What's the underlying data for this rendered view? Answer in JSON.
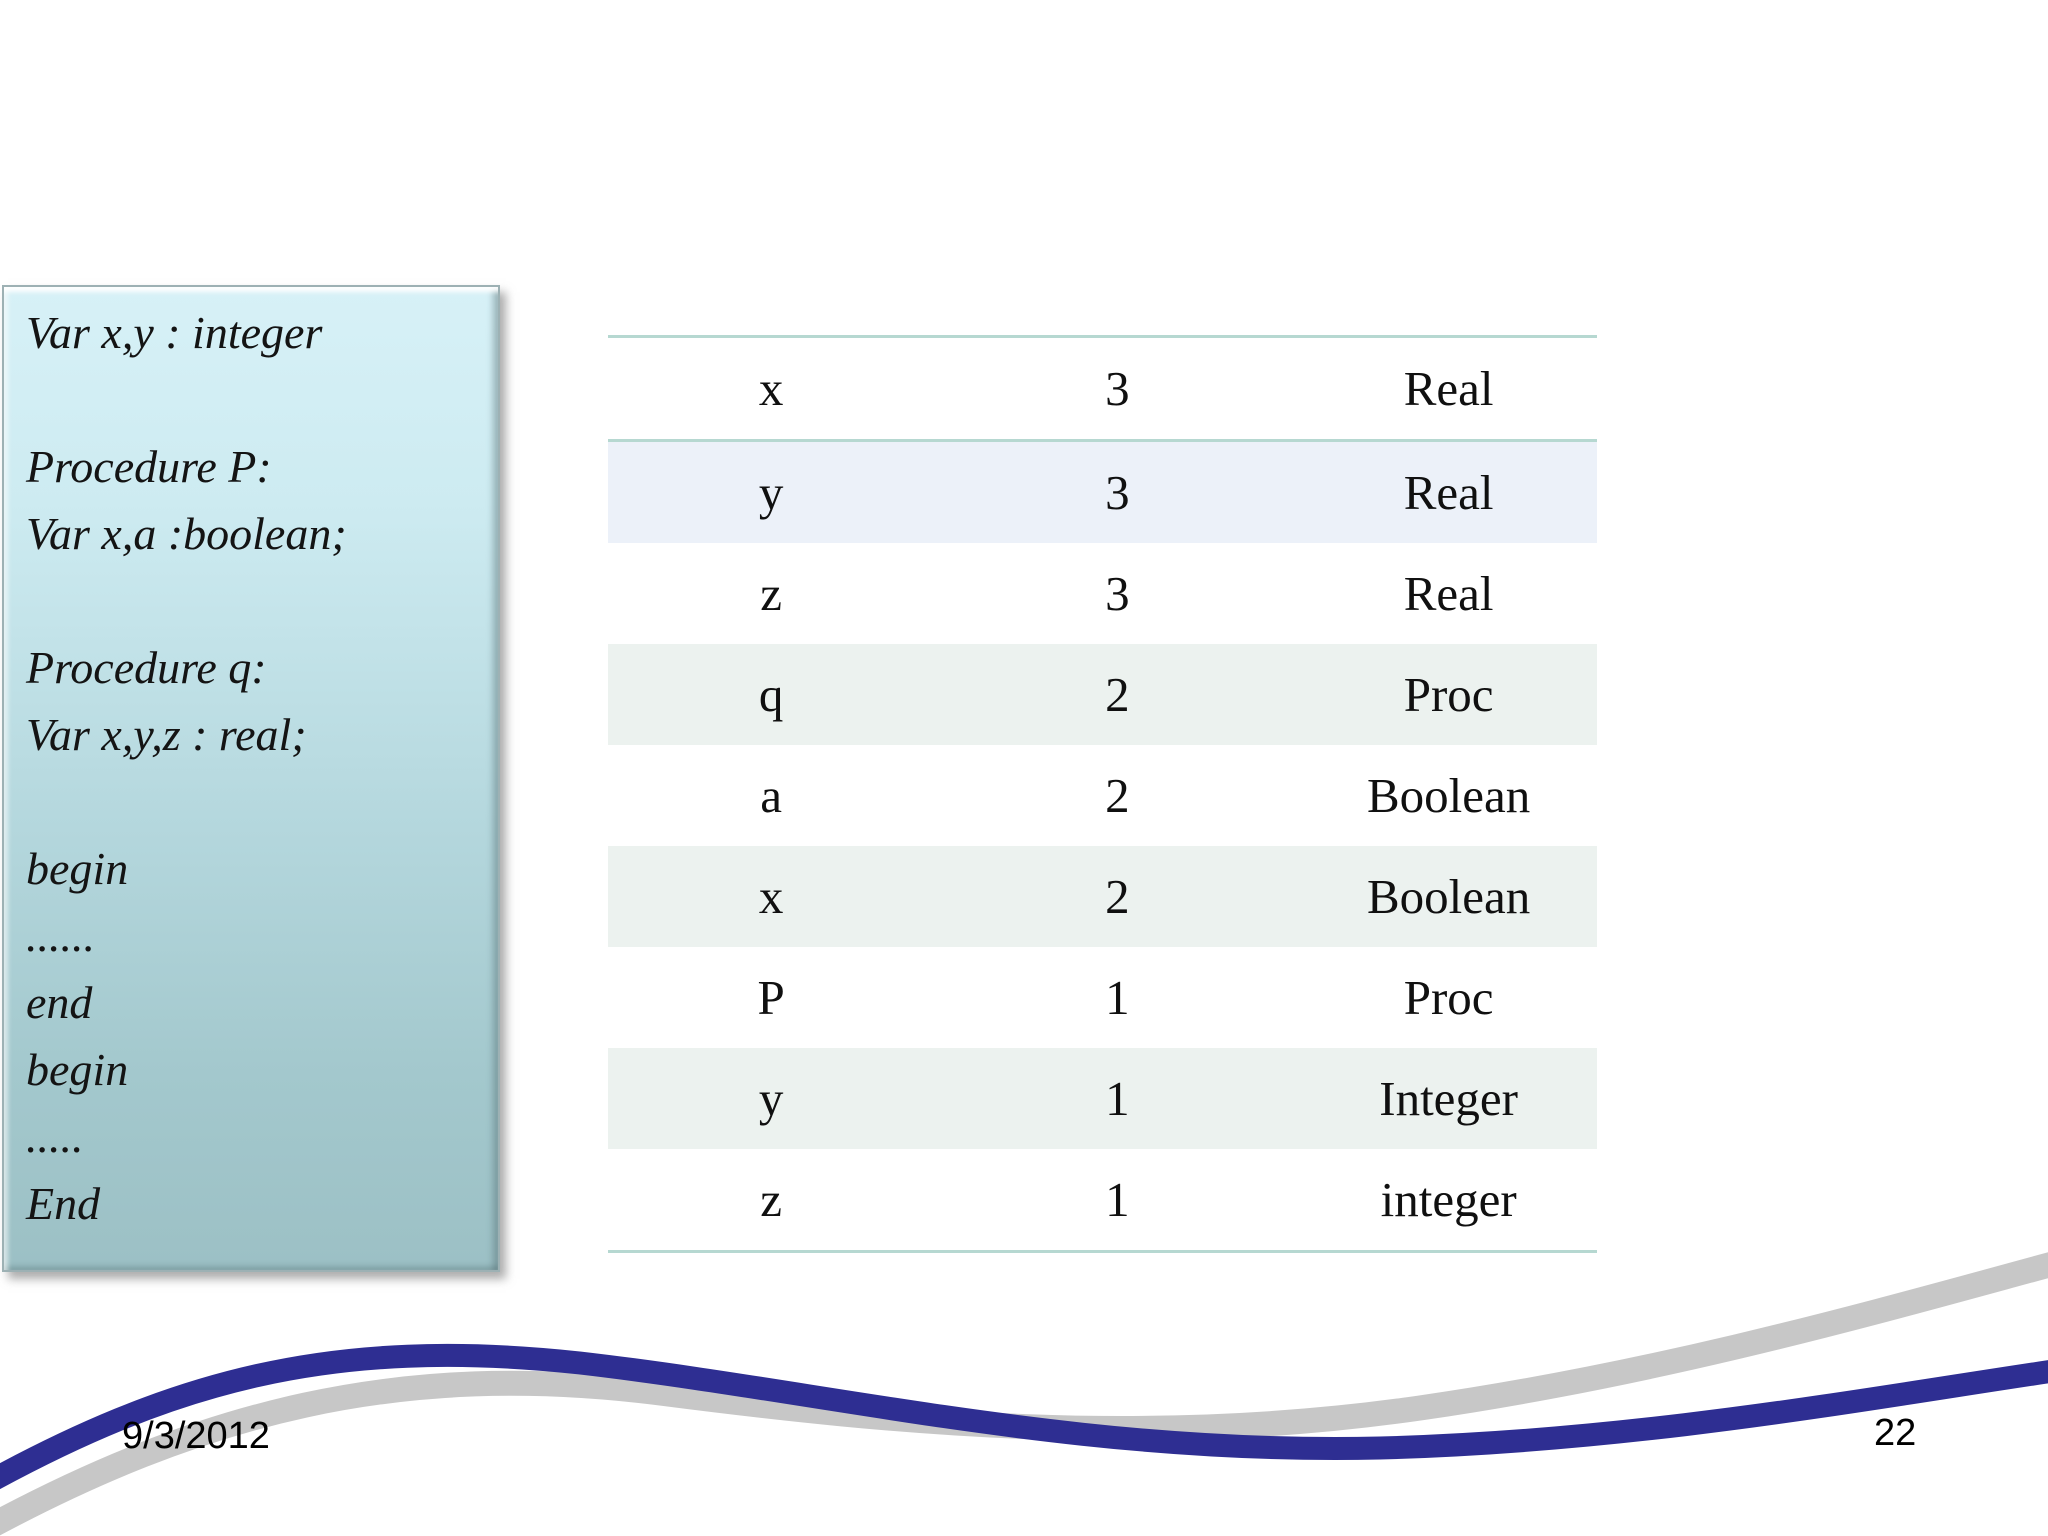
{
  "slide": {
    "code_box": {
      "lines": [
        "Var x,y : integer",
        "",
        "Procedure P:",
        "Var x,a :boolean;",
        "",
        "Procedure q:",
        "Var x,y,z : real;",
        "",
        "begin",
        "......",
        "end",
        "begin",
        ".....",
        "End"
      ]
    },
    "symbol_table": {
      "rows": [
        {
          "symbol": "x",
          "level": "3",
          "type": "Real"
        },
        {
          "symbol": "y",
          "level": "3",
          "type": "Real"
        },
        {
          "symbol": "z",
          "level": "3",
          "type": "Real"
        },
        {
          "symbol": "q",
          "level": "2",
          "type": "Proc"
        },
        {
          "symbol": "a",
          "level": "2",
          "type": "Boolean"
        },
        {
          "symbol": "x",
          "level": "2",
          "type": "Boolean"
        },
        {
          "symbol": "P",
          "level": "1",
          "type": "Proc"
        },
        {
          "symbol": "y",
          "level": "1",
          "type": "Integer"
        },
        {
          "symbol": "z",
          "level": "1",
          "type": "integer"
        }
      ]
    },
    "footer": {
      "date": "9/3/2012",
      "page_number": "22"
    },
    "colors": {
      "box_gradient_top": "#d7f1f7",
      "box_gradient_bottom": "#9cc0c5",
      "table_border_teal": "#b6d8d1",
      "row_shade_blue": "#ecf1f9",
      "row_shade_green": "#ecf2ef",
      "wave_blue": "#2e2e92",
      "wave_gray": "#c7c7c7"
    }
  }
}
